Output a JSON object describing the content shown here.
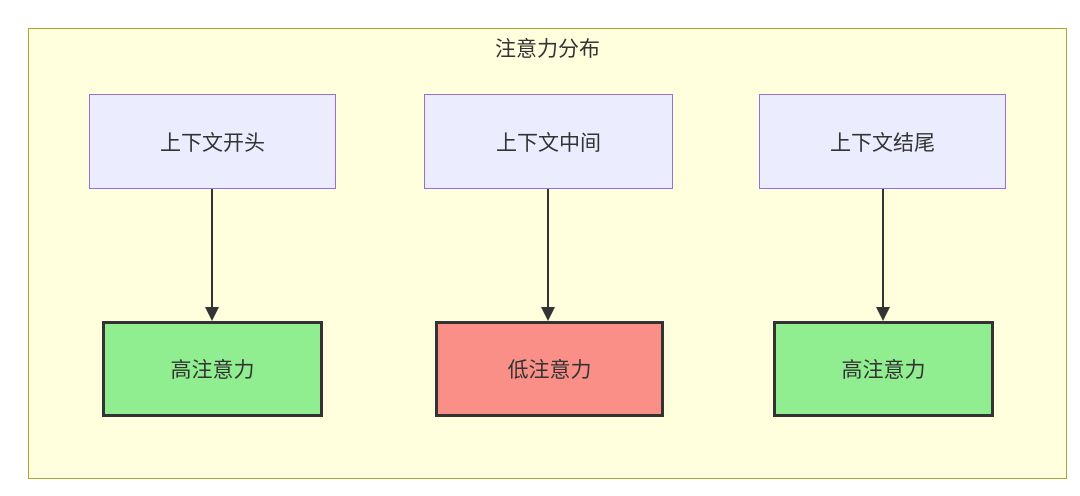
{
  "diagram": {
    "title": "注意力分布",
    "columns": [
      {
        "source": "上下文开头",
        "result": "高注意力",
        "level": "high"
      },
      {
        "source": "上下文中间",
        "result": "低注意力",
        "level": "low"
      },
      {
        "source": "上下文结尾",
        "result": "高注意力",
        "level": "high"
      }
    ],
    "edges": [
      {
        "from": "上下文开头",
        "to": "高注意力"
      },
      {
        "from": "上下文中间",
        "to": "低注意力"
      },
      {
        "from": "上下文结尾",
        "to": "高注意力"
      }
    ],
    "colors": {
      "container_bg": "#ffffde",
      "container_border": "#aaaa33",
      "source_bg": "#ececff",
      "source_border": "#9370db",
      "high_bg": "#90ee90",
      "low_bg": "#fa8f88",
      "result_border": "#333333",
      "edge": "#333333",
      "text": "#333333"
    }
  }
}
